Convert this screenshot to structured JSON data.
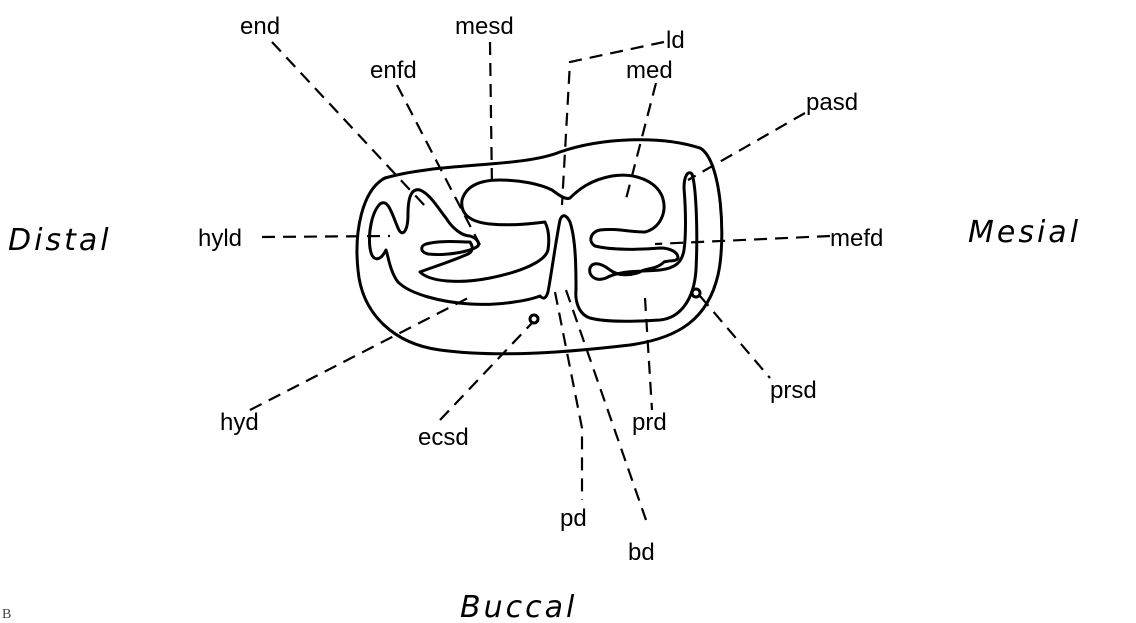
{
  "orientation": {
    "distal": "Distal",
    "mesial": "Mesial",
    "buccal": "Buccal"
  },
  "labels": {
    "end": "end",
    "mesd": "mesd",
    "ld": "ld",
    "enfd": "enfd",
    "med": "med",
    "pasd": "pasd",
    "hyld": "hyld",
    "mefd": "mefd",
    "prsd": "prsd",
    "hyd": "hyd",
    "ecsd": "ecsd",
    "prd": "prd",
    "pd": "pd",
    "bd": "bd"
  },
  "corner_mark": "B"
}
